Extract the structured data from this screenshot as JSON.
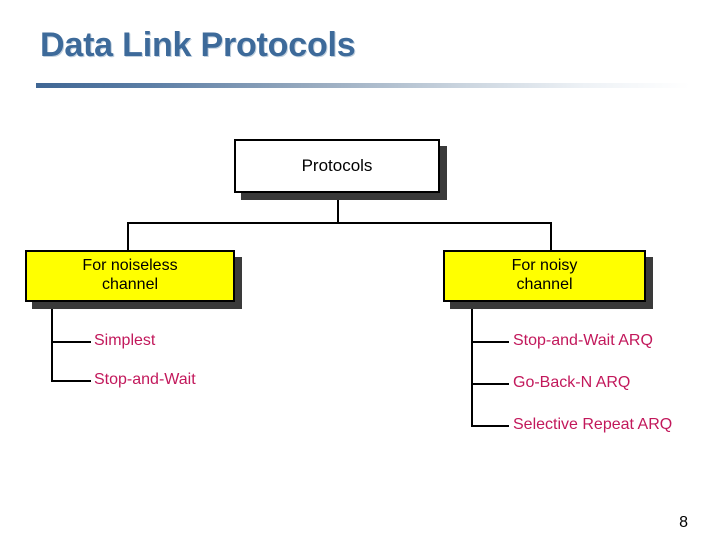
{
  "slide": {
    "title": "Data Link Protocols",
    "page_number": "8",
    "title_color": "#3d6a9a",
    "rule_gradient_start": "#3f6694",
    "rule_gradient_end": "#ffffff"
  },
  "diagram": {
    "type": "tree",
    "root": {
      "label": "Protocols",
      "fill": "#ffffff",
      "border": "#000000"
    },
    "branches": [
      {
        "label": "For noiseless\nchannel",
        "label_line1": "For noiseless",
        "label_line2": "channel",
        "fill": "#ffff00",
        "border": "#000000",
        "leaves": [
          {
            "label": "Simplest"
          },
          {
            "label": "Stop-and-Wait"
          }
        ]
      },
      {
        "label": "For noisy\nchannel",
        "label_line1": "For noisy",
        "label_line2": "channel",
        "fill": "#ffff00",
        "border": "#000000",
        "leaves": [
          {
            "label": "Stop-and-Wait ARQ"
          },
          {
            "label": "Go-Back-N ARQ"
          },
          {
            "label": "Selective Repeat ARQ"
          }
        ]
      }
    ],
    "leaf_text_color": "#c2185b",
    "connector_color": "#000000",
    "shadow_color": "#3a3a3a"
  }
}
